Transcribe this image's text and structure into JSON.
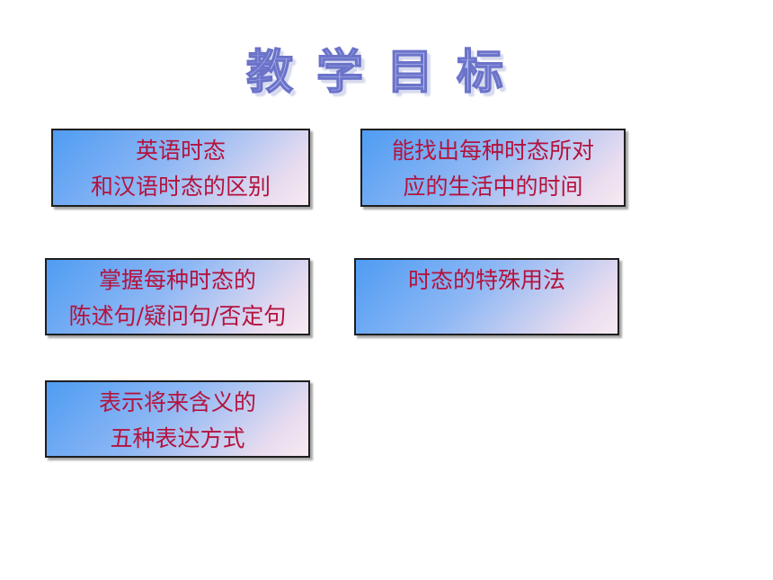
{
  "title": "教学目标",
  "goals": [
    {
      "line1": "英语时态",
      "line2": "和汉语时态的区别"
    },
    {
      "line1": "能找出每种时态所对",
      "line2": "应的生活中的时间"
    },
    {
      "line1": "掌握每种时态的",
      "line2": "陈述句/疑问句/否定句"
    },
    {
      "line1": "时态的特殊用法",
      "line2": ""
    },
    {
      "line1": "表示将来含义的",
      "line2": "五种表达方式"
    }
  ]
}
